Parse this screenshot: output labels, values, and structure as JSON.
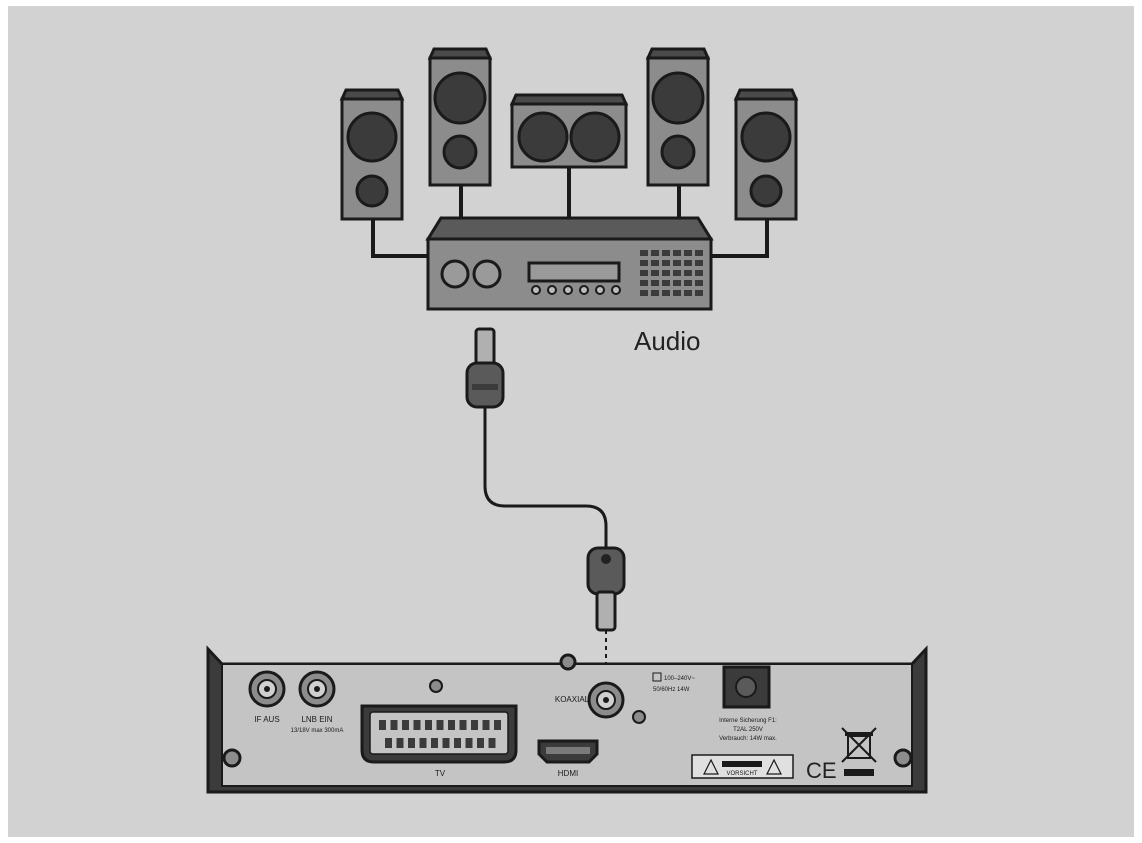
{
  "diagram": {
    "audio_label": "Audio",
    "ports": {
      "if_out": "IF AUS",
      "lnb_in": "LNB EIN",
      "lnb_sub": "13/18V max 300mA",
      "tv": "TV",
      "hdmi": "HDMI",
      "coaxial": "KOAXIAL"
    },
    "power_info": {
      "line1": "100–240V~",
      "line2": "50/60Hz 14W"
    },
    "fuse_info": {
      "line1": "Interne Sicherung F1:",
      "line2": "T2AL 250V",
      "line3": "Verbrauch: 14W max."
    },
    "warning_label": "VORSICHT",
    "ce_mark": "CE"
  },
  "colors": {
    "background": "#d2d2d2",
    "device_fill": "#8c8c8c",
    "dark_fill": "#3b3b3b",
    "outline": "#1a1a1a",
    "panel": "#c4c4c4"
  }
}
